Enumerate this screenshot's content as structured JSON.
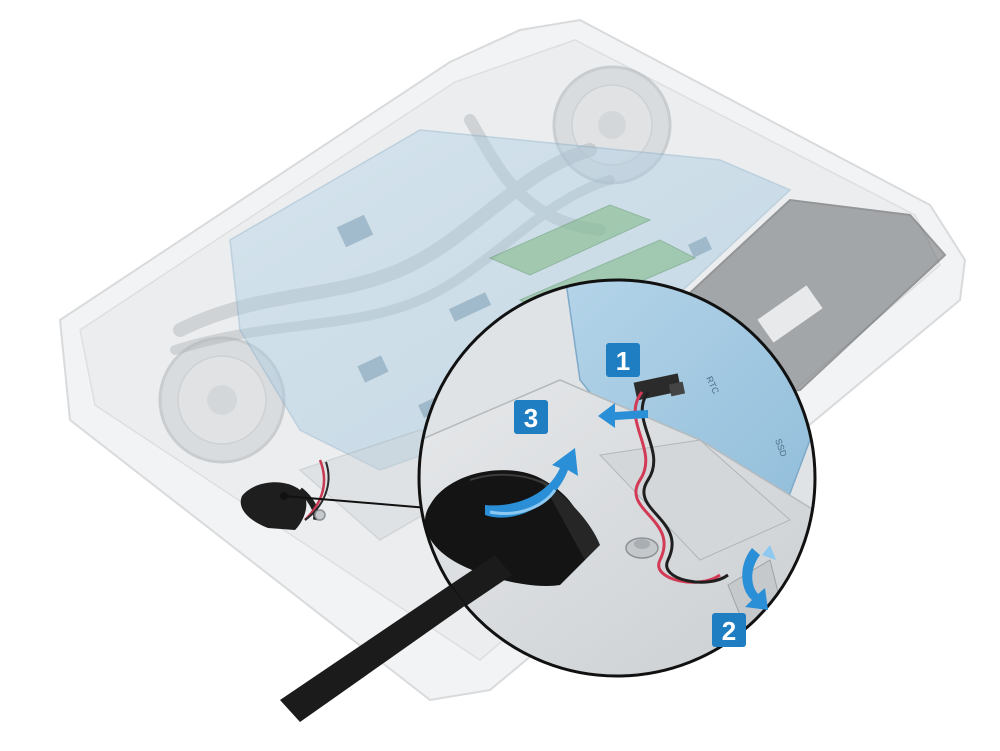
{
  "figure": {
    "steps": [
      {
        "number": "1",
        "action": "disconnect-cable"
      },
      {
        "number": "2",
        "action": "unroute-cable"
      },
      {
        "number": "3",
        "action": "pry-battery"
      }
    ],
    "connector_labels": {
      "rtc": "RTC",
      "ssd": "SSD"
    },
    "colors": {
      "callout_fill": "#1f7dc1",
      "arrow_fill": "#2a8fd6",
      "arrow_light": "#8dc8f0",
      "cable_red": "#d23a55",
      "board_blue": "#9fc6e0",
      "laptop_gray": "#d9dcde",
      "shadow_black": "#1b1b1b"
    }
  }
}
